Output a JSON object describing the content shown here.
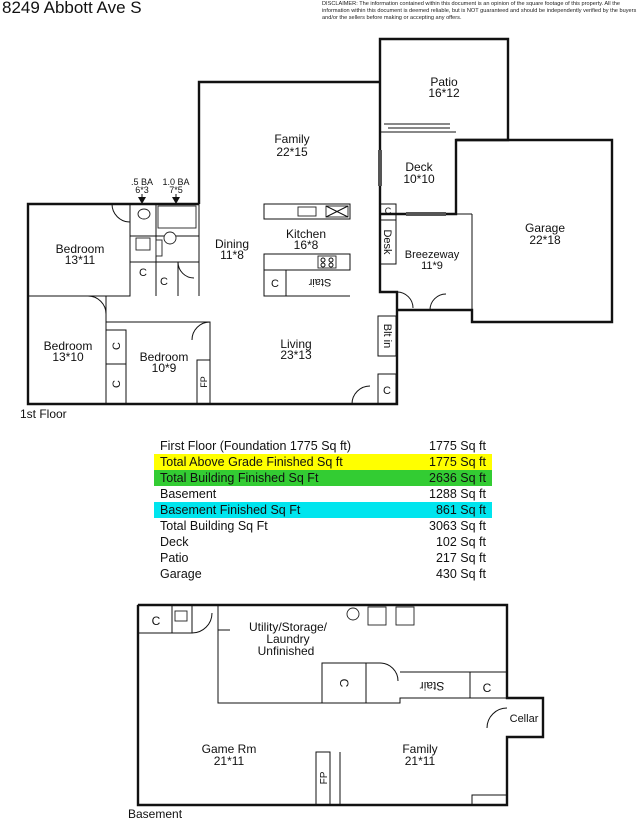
{
  "header": {
    "address": "8249 Abbott Ave S",
    "disclaimer": "DISCLAIMER: The information contained within this document is an opinion of the square footage of this property. All the information within this document is deemed reliable, but is NOT guaranteed and should be independently verified by the buyers and/or the sellers before making or accepting any offers."
  },
  "first_floor": {
    "label": "1st Floor",
    "rooms": {
      "patio": {
        "name": "Patio",
        "dim": "16*12"
      },
      "family": {
        "name": "Family",
        "dim": "22*15"
      },
      "deck": {
        "name": "Deck",
        "dim": "10*10"
      },
      "garage": {
        "name": "Garage",
        "dim": "22*18"
      },
      "breezeway": {
        "name": "Breezeway",
        "dim": "11*9"
      },
      "kitchen": {
        "name": "Kitchen",
        "dim": "16*8"
      },
      "dining": {
        "name": "Dining",
        "dim": "11*8"
      },
      "bedroom1": {
        "name": "Bedroom",
        "dim": "13*11"
      },
      "bedroom2": {
        "name": "Bedroom",
        "dim": "13*10"
      },
      "bedroom3": {
        "name": "Bedroom",
        "dim": "10*9"
      },
      "living": {
        "name": "Living",
        "dim": "23*13"
      }
    },
    "baths": [
      {
        "name": ".5 BA",
        "dim": "6*3"
      },
      {
        "name": "1.0 BA",
        "dim": "7*5"
      }
    ],
    "labels": {
      "desk": "Desk",
      "stair": "Stair",
      "built_in": "Blt in",
      "closet": "C",
      "fireplace": "FP"
    }
  },
  "sqft": [
    {
      "label": "First Floor (Foundation 1775 Sq ft)",
      "value": "1775 Sq ft",
      "color": ""
    },
    {
      "label": "Total Above Grade Finished Sq ft",
      "value": "1775 Sq ft",
      "color": "#ffff00"
    },
    {
      "label": "Total Building Finished Sq Ft",
      "value": "2636 Sq ft",
      "color": "#33cc33"
    },
    {
      "label": "Basement",
      "value": "1288 Sq ft",
      "color": ""
    },
    {
      "label": "Basement Finished Sq Ft",
      "value": "861 Sq ft",
      "color": "#00e5ee"
    },
    {
      "label": "Total Building Sq Ft",
      "value": "3063 Sq ft",
      "color": ""
    },
    {
      "label": "Deck",
      "value": "102 Sq ft",
      "color": ""
    },
    {
      "label": "Patio",
      "value": "217 Sq ft",
      "color": ""
    },
    {
      "label": "Garage",
      "value": "430 Sq ft",
      "color": ""
    }
  ],
  "basement": {
    "label": "Basement",
    "utility": [
      "Utility/Storage/",
      "Laundry",
      "Unfinished"
    ],
    "game_room": {
      "name": "Game Rm",
      "dim": "21*11"
    },
    "family": {
      "name": "Family",
      "dim": "21*11"
    },
    "cellar": "Cellar",
    "stair": "Stair",
    "closet": "C",
    "fireplace": "FP"
  }
}
